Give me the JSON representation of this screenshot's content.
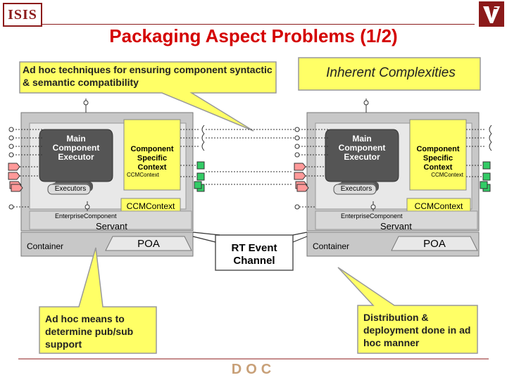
{
  "header": {
    "left_logo": "ISIS",
    "title": "Packaging Aspect Problems (1/2)"
  },
  "callouts": {
    "top_left": "Ad hoc techniques for ensuring component syntactic & semantic compatibility",
    "top_right": "Inherent Complexities",
    "bottom_left": "Ad hoc means to determine pub/sub support",
    "bottom_right": "Distribution & deployment done in ad hoc manner"
  },
  "containers": [
    {
      "main_component": "Main Component Executor",
      "component_context": "Component Specific Context",
      "ccm_context_small": "CCMContext",
      "executors": "Executors",
      "ccm_context": "CCMContext",
      "enterprise_component": "EnterpriseComponent",
      "servant": "Servant",
      "container": "Container",
      "poa": "POA"
    },
    {
      "main_component": "Main Component Executor",
      "component_context": "Component Specific Context",
      "ccm_context_small": "CCMContext",
      "executors": "Executors",
      "ccm_context": "CCMContext",
      "enterprise_component": "EnterpriseComponent",
      "servant": "Servant",
      "container": "Container",
      "poa": "POA"
    }
  ],
  "event_channel": "RT Event Channel",
  "footer": {
    "logo": "DOC"
  },
  "colors": {
    "title": "#d40000",
    "callout": "#ffff66",
    "callout_border": "#999999",
    "container_bg": "#c8c8c8",
    "executor_bg": "#555555",
    "context_bg": "#ffff66",
    "port_green": "#33cc66",
    "port_pink": "#ff9999"
  }
}
